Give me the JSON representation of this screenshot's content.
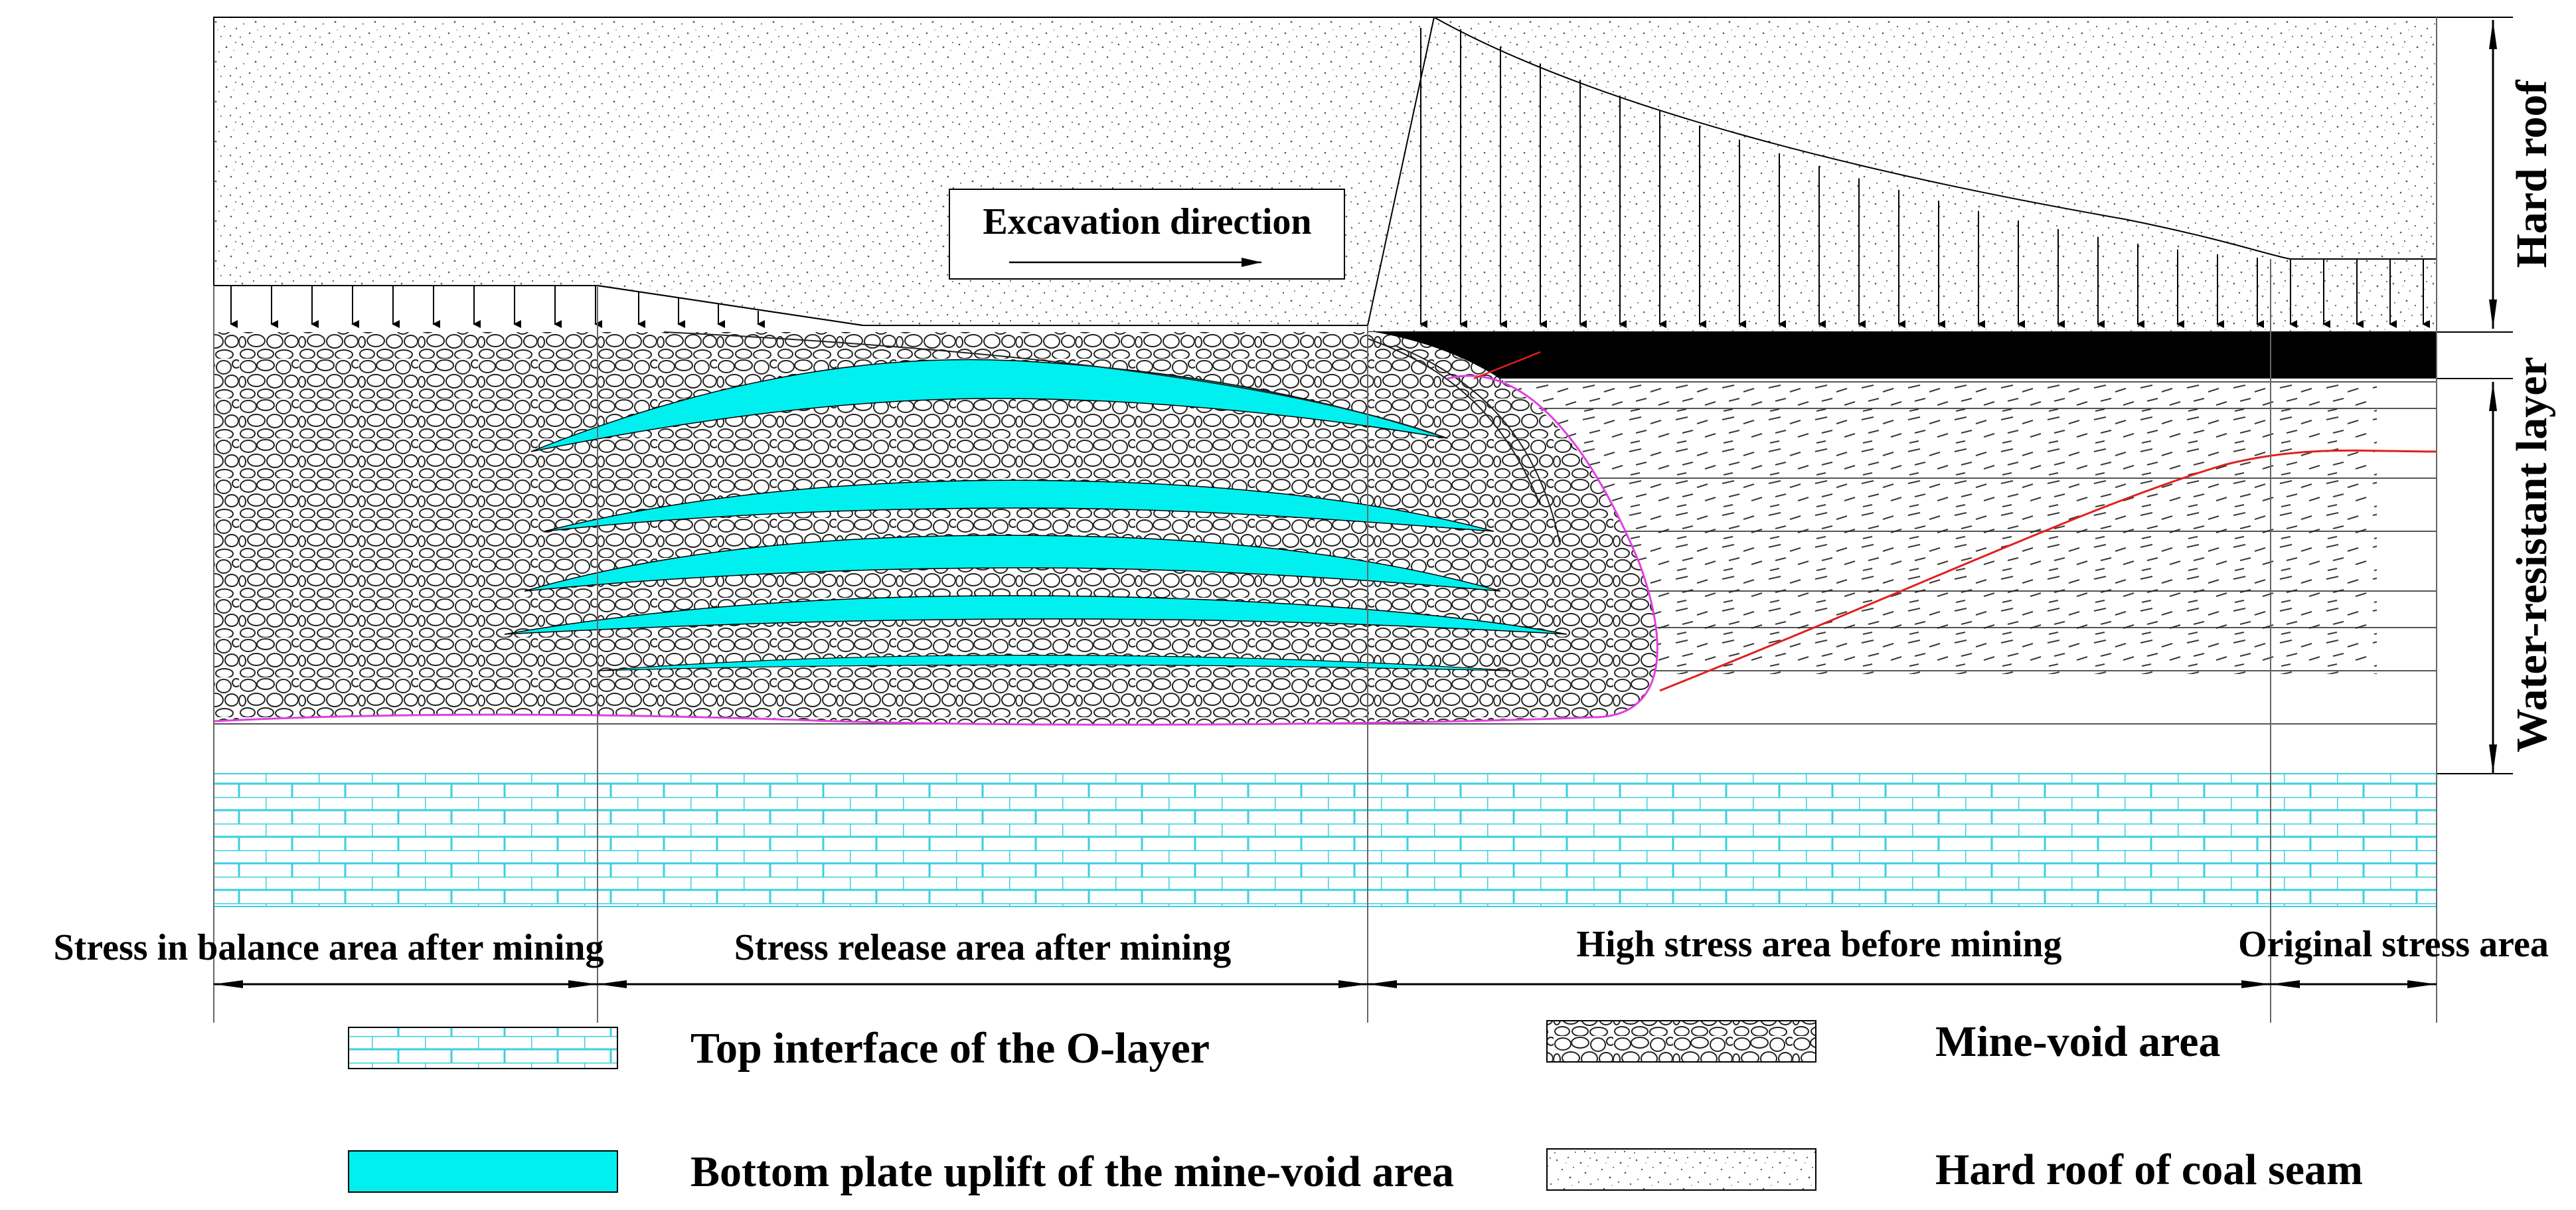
{
  "diagram": {
    "excavation_label": "Excavation direction",
    "side_labels": {
      "hard_roof": "Hard roof",
      "water_resistant": "Water-resistant layer"
    },
    "zones": [
      {
        "key": "balance",
        "label": "Stress in balance area after mining"
      },
      {
        "key": "release",
        "label": "Stress release area after mining"
      },
      {
        "key": "high",
        "label": "High stress area before mining"
      },
      {
        "key": "original",
        "label": "Original stress area"
      }
    ],
    "legend": {
      "o_layer": "Top interface of the O-layer",
      "uplift": "Bottom plate uplift of the mine-void area",
      "mine_void": "Mine-void area",
      "hard_roof": "Hard roof of coal seam"
    },
    "colors": {
      "uplift": "#00f0f0",
      "o_layer_line": "#3ad0e0",
      "void_boundary": "#e040e0",
      "stress_curve": "#e02020",
      "coal_seam": "#000000"
    }
  }
}
